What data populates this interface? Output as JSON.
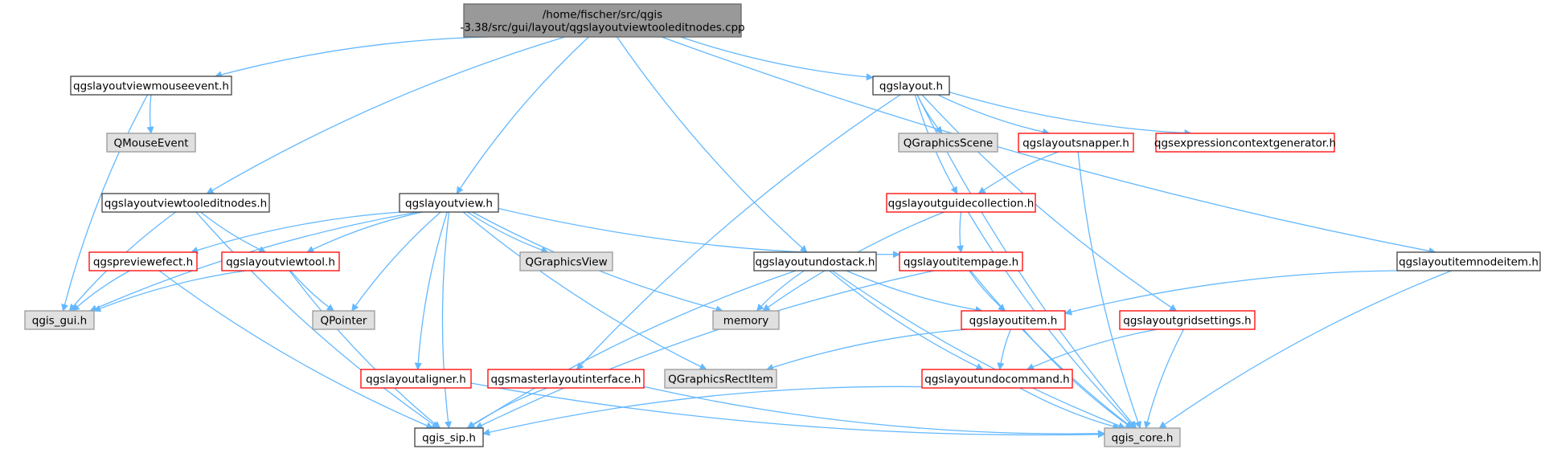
{
  "colors": {
    "edge": "#63b8ff",
    "root_fill": "#999999",
    "root_border": "#666666",
    "normal_border": "#404040",
    "red_border": "#ff0000",
    "system_fill": "#e0e0e0",
    "system_border": "#999999",
    "text": "#000000",
    "background": "#ffffff"
  },
  "nodes": [
    {
      "id": "root",
      "lines": [
        "/home/fischer/src/qgis",
        "-3.38/src/gui/layout/qgslayoutviewtooleditnodes.cpp"
      ],
      "style": "root"
    },
    {
      "id": "mouseevent_h",
      "lines": [
        "qgslayoutviewmouseevent.h"
      ],
      "style": "normal"
    },
    {
      "id": "qmouseevent",
      "lines": [
        "QMouseEvent"
      ],
      "style": "system"
    },
    {
      "id": "tooleditnodes_h",
      "lines": [
        "qgslayoutviewtooleditnodes.h"
      ],
      "style": "normal"
    },
    {
      "id": "layoutview_h",
      "lines": [
        "qgslayoutview.h"
      ],
      "style": "normal"
    },
    {
      "id": "layout_h",
      "lines": [
        "qgslayout.h"
      ],
      "style": "normal"
    },
    {
      "id": "qgraphicsscene",
      "lines": [
        "QGraphicsScene"
      ],
      "style": "system"
    },
    {
      "id": "snapper_h",
      "lines": [
        "qgslayoutsnapper.h"
      ],
      "style": "red"
    },
    {
      "id": "exprgen_h",
      "lines": [
        "qgsexpressioncontextgenerator.h"
      ],
      "style": "red"
    },
    {
      "id": "guidecoll_h",
      "lines": [
        "qgslayoutguidecollection.h"
      ],
      "style": "red"
    },
    {
      "id": "previeweffect_h",
      "lines": [
        "qgspreviewefect.h"
      ],
      "style": "red"
    },
    {
      "id": "viewtool_h",
      "lines": [
        "qgslayoutviewtool.h"
      ],
      "style": "red"
    },
    {
      "id": "qgraphicsview",
      "lines": [
        "QGraphicsView"
      ],
      "style": "system"
    },
    {
      "id": "undostack_h",
      "lines": [
        "qgslayoutundostack.h"
      ],
      "style": "normal"
    },
    {
      "id": "itempage_h",
      "lines": [
        "qgslayoutitempage.h"
      ],
      "style": "red"
    },
    {
      "id": "nodeitem_h",
      "lines": [
        "qgslayoutitemnodeitem.h"
      ],
      "style": "normal"
    },
    {
      "id": "gui_h",
      "lines": [
        "qgis_gui.h"
      ],
      "style": "system"
    },
    {
      "id": "qpointer",
      "lines": [
        "QPointer"
      ],
      "style": "system"
    },
    {
      "id": "memory",
      "lines": [
        "memory"
      ],
      "style": "system"
    },
    {
      "id": "item_h",
      "lines": [
        "qgslayoutitem.h"
      ],
      "style": "red"
    },
    {
      "id": "gridsettings_h",
      "lines": [
        "qgslayoutgridsettings.h"
      ],
      "style": "red"
    },
    {
      "id": "aligner_h",
      "lines": [
        "qgslayoutaligner.h"
      ],
      "style": "red"
    },
    {
      "id": "masterlayout_h",
      "lines": [
        "qgsmasterlayoutinterface.h"
      ],
      "style": "red"
    },
    {
      "id": "qgraphicsrectitem",
      "lines": [
        "QGraphicsRectItem"
      ],
      "style": "system"
    },
    {
      "id": "undocommand_h",
      "lines": [
        "qgslayoutundocommand.h"
      ],
      "style": "red"
    },
    {
      "id": "sip_h",
      "lines": [
        "qgis_sip.h"
      ],
      "style": "normal"
    },
    {
      "id": "core_h",
      "lines": [
        "qgis_core.h"
      ],
      "style": "system"
    }
  ],
  "edges": [
    [
      "root",
      "mouseevent_h"
    ],
    [
      "root",
      "tooleditnodes_h"
    ],
    [
      "root",
      "layoutview_h"
    ],
    [
      "root",
      "undostack_h"
    ],
    [
      "root",
      "layout_h"
    ],
    [
      "root",
      "nodeitem_h"
    ],
    [
      "mouseevent_h",
      "qmouseevent"
    ],
    [
      "mouseevent_h",
      "gui_h"
    ],
    [
      "tooleditnodes_h",
      "viewtool_h"
    ],
    [
      "tooleditnodes_h",
      "gui_h"
    ],
    [
      "tooleditnodes_h",
      "sip_h"
    ],
    [
      "layoutview_h",
      "gui_h"
    ],
    [
      "layoutview_h",
      "previeweffect_h"
    ],
    [
      "layoutview_h",
      "viewtool_h"
    ],
    [
      "layoutview_h",
      "qgraphicsview"
    ],
    [
      "layoutview_h",
      "qpointer"
    ],
    [
      "layoutview_h",
      "memory"
    ],
    [
      "layoutview_h",
      "itempage_h"
    ],
    [
      "layoutview_h",
      "aligner_h"
    ],
    [
      "layoutview_h",
      "qgraphicsrectitem"
    ],
    [
      "layoutview_h",
      "sip_h"
    ],
    [
      "layout_h",
      "qgraphicsscene"
    ],
    [
      "layout_h",
      "snapper_h"
    ],
    [
      "layout_h",
      "exprgen_h"
    ],
    [
      "layout_h",
      "guidecoll_h"
    ],
    [
      "layout_h",
      "gridsettings_h"
    ],
    [
      "layout_h",
      "masterlayout_h"
    ],
    [
      "layout_h",
      "core_h"
    ],
    [
      "snapper_h",
      "guidecoll_h"
    ],
    [
      "snapper_h",
      "core_h"
    ],
    [
      "guidecoll_h",
      "itempage_h"
    ],
    [
      "guidecoll_h",
      "memory"
    ],
    [
      "guidecoll_h",
      "core_h"
    ],
    [
      "previeweffect_h",
      "gui_h"
    ],
    [
      "previeweffect_h",
      "sip_h"
    ],
    [
      "viewtool_h",
      "gui_h"
    ],
    [
      "viewtool_h",
      "qpointer"
    ],
    [
      "viewtool_h",
      "sip_h"
    ],
    [
      "undostack_h",
      "memory"
    ],
    [
      "undostack_h",
      "item_h"
    ],
    [
      "undostack_h",
      "undocommand_h"
    ],
    [
      "undostack_h",
      "sip_h"
    ],
    [
      "undostack_h",
      "core_h"
    ],
    [
      "itempage_h",
      "item_h"
    ],
    [
      "itempage_h",
      "sip_h"
    ],
    [
      "itempage_h",
      "core_h"
    ],
    [
      "nodeitem_h",
      "item_h"
    ],
    [
      "nodeitem_h",
      "core_h"
    ],
    [
      "item_h",
      "qgraphicsrectitem"
    ],
    [
      "item_h",
      "undocommand_h"
    ],
    [
      "item_h",
      "core_h"
    ],
    [
      "gridsettings_h",
      "undocommand_h"
    ],
    [
      "gridsettings_h",
      "core_h"
    ],
    [
      "aligner_h",
      "core_h"
    ],
    [
      "masterlayout_h",
      "sip_h"
    ],
    [
      "masterlayout_h",
      "core_h"
    ],
    [
      "undocommand_h",
      "sip_h"
    ],
    [
      "undocommand_h",
      "core_h"
    ]
  ]
}
